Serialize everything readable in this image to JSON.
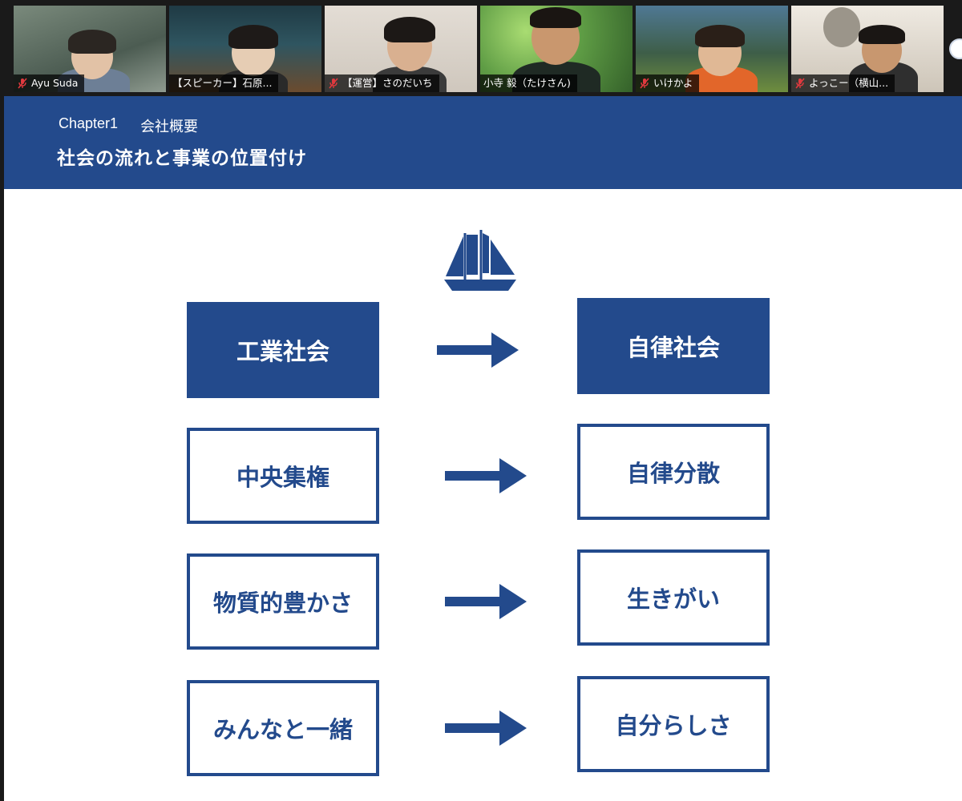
{
  "participants": [
    {
      "name": "Ayu Suda",
      "muted": true,
      "bg": "#5b6b5e",
      "accent": "#9aa39a"
    },
    {
      "name": "【スピーカー】石原...",
      "muted": false,
      "bg": "#2f4a52",
      "accent": "#c79a63"
    },
    {
      "name": "【運営】さのだいち",
      "muted": true,
      "bg": "#d9d3cb",
      "accent": "#b7aba0"
    },
    {
      "name": "小寺 毅（たけさん)",
      "muted": false,
      "bg": "#4f8a3e",
      "accent": "#9fd36b",
      "active": true
    },
    {
      "name": "いけかよ",
      "muted": true,
      "bg": "#3f5f72",
      "accent": "#6b8f4e"
    },
    {
      "name": "よっこー（横山...",
      "muted": true,
      "bg": "#c9c3b8",
      "accent": "#8f8778"
    }
  ],
  "slide": {
    "chapter": "Chapter1",
    "section": "会社概要",
    "title": "社会の流れと事業の位置付け",
    "ship_icon": "sailing-ship-icon",
    "rows": [
      {
        "from": "工業社会",
        "to": "自律社会",
        "filled": true
      },
      {
        "from": "中央集権",
        "to": "自律分散",
        "filled": false
      },
      {
        "from": "物質的豊かさ",
        "to": "生きがい",
        "filled": false
      },
      {
        "from": "みんなと一緒",
        "to": "自分らしさ",
        "filled": false
      }
    ]
  },
  "colors": {
    "brand_blue": "#234a8c",
    "active_speaker": "#c7e04a",
    "mute_red": "#e0393e"
  }
}
